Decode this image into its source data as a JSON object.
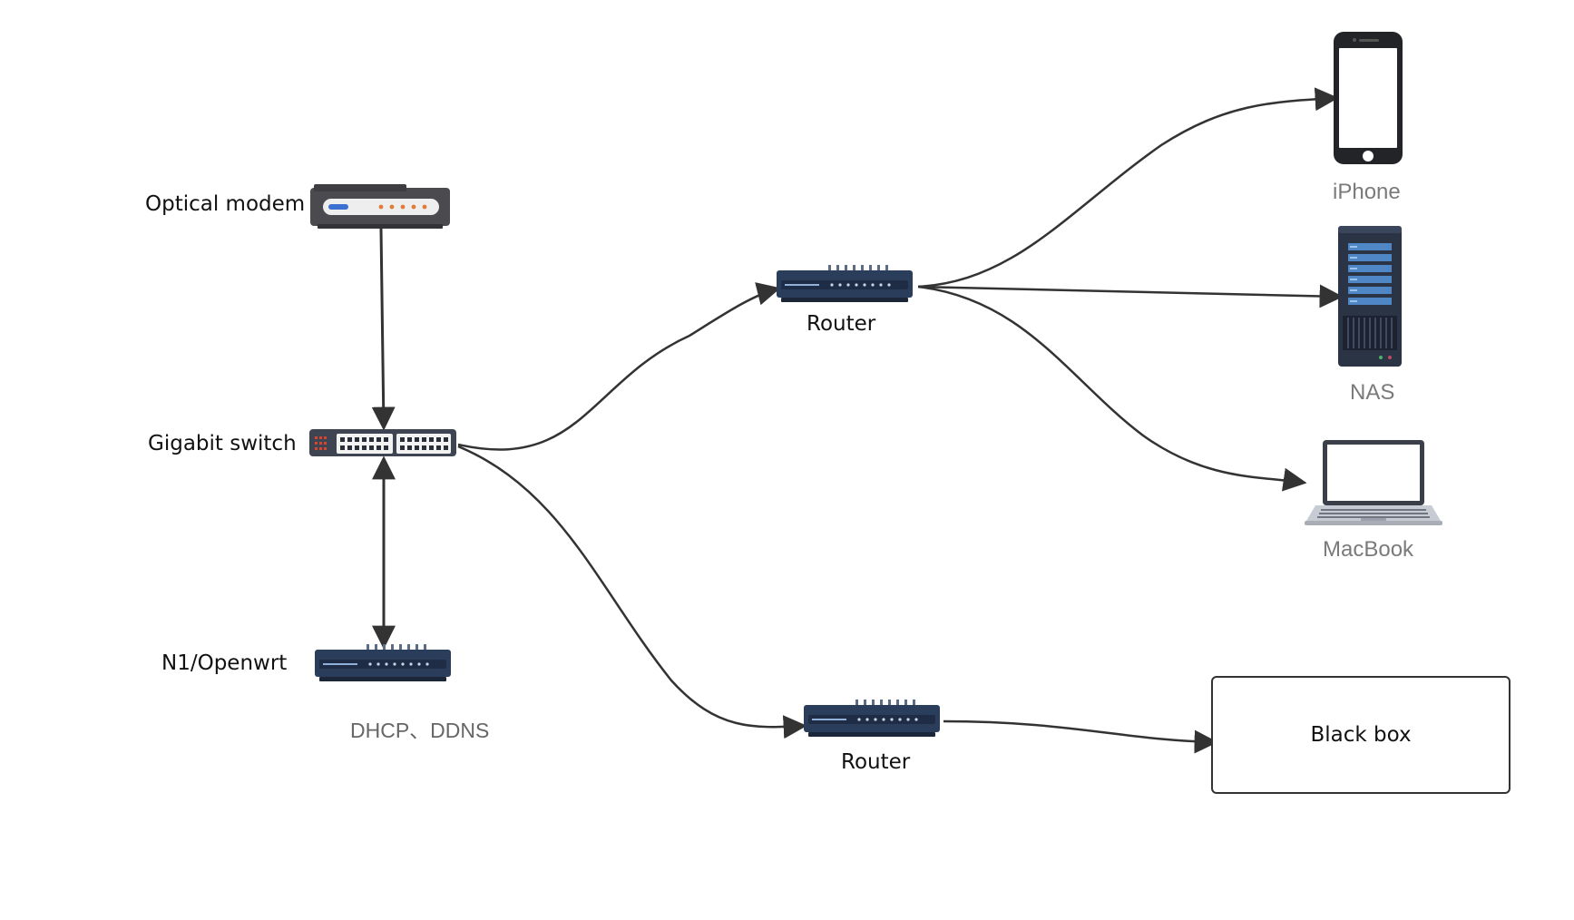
{
  "nodes": {
    "optical_modem": {
      "label": "Optical modem",
      "icon": "optical-modem-icon"
    },
    "gigabit_switch": {
      "label": "Gigabit switch",
      "icon": "network-switch-icon"
    },
    "n1_openwrt": {
      "label": "N1/Openwrt",
      "icon": "router-icon",
      "note": "DHCP、DDNS"
    },
    "router_top": {
      "label": "Router",
      "icon": "router-icon"
    },
    "router_bottom": {
      "label": "Router",
      "icon": "router-icon"
    },
    "iphone": {
      "label": "iPhone",
      "icon": "smartphone-icon"
    },
    "nas": {
      "label": "NAS",
      "icon": "server-icon"
    },
    "macbook": {
      "label": "MacBook",
      "icon": "laptop-icon"
    },
    "black_box": {
      "label": "Black box"
    }
  },
  "edges": [
    {
      "from": "optical_modem",
      "to": "gigabit_switch",
      "direction": "forward"
    },
    {
      "from": "gigabit_switch",
      "to": "n1_openwrt",
      "direction": "both"
    },
    {
      "from": "gigabit_switch",
      "to": "router_top",
      "direction": "forward"
    },
    {
      "from": "gigabit_switch",
      "to": "router_bottom",
      "direction": "forward"
    },
    {
      "from": "router_top",
      "to": "iphone",
      "direction": "forward"
    },
    {
      "from": "router_top",
      "to": "nas",
      "direction": "forward"
    },
    {
      "from": "router_top",
      "to": "macbook",
      "direction": "forward"
    },
    {
      "from": "router_bottom",
      "to": "black_box",
      "direction": "forward"
    }
  ],
  "colors": {
    "device_dark": "#2a3d5a",
    "modem_body": "#4a4a4f",
    "wire": "#333333",
    "muted_text": "#7a7a7a"
  }
}
